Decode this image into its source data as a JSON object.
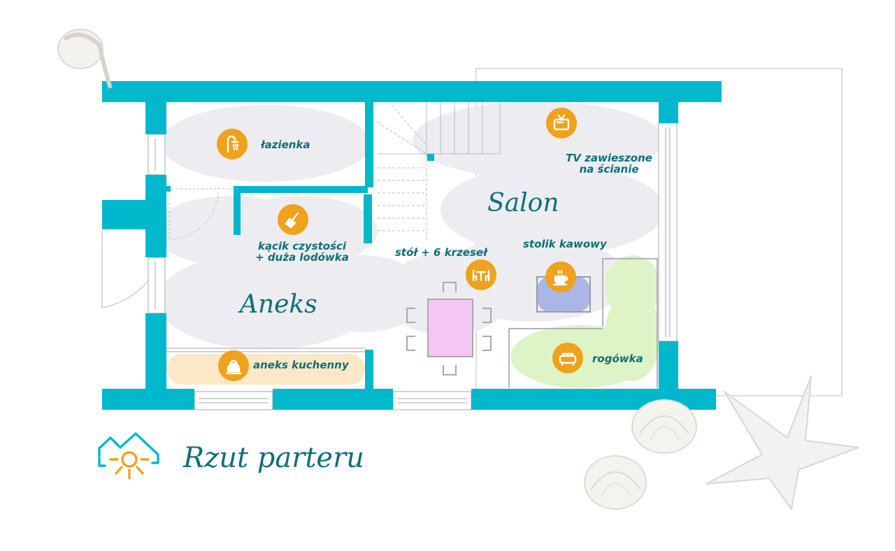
{
  "title": "Rzut parteru",
  "colors": {
    "wall": "#00b8cc",
    "icon": "#efa21c",
    "text": "#0f6f78",
    "floor": "#ececf0"
  },
  "rooms": {
    "lazienka": {
      "label": "łazienka",
      "icon": "shower-icon"
    },
    "kacik": {
      "line1": "kącik czystości",
      "line2": "+ duża lodówka",
      "icon": "broom-icon"
    },
    "aneks": {
      "label": "Aneks"
    },
    "aneks_kuchenny": {
      "label": "aneks kuchenny",
      "icon": "kettle-icon"
    },
    "stol": {
      "label": "stół + 6 krzeseł",
      "icon": "dining-table-icon"
    },
    "salon": {
      "label": "Salon"
    },
    "tv": {
      "line1": "TV zawieszone",
      "line2": "na ścianie",
      "icon": "tv-icon"
    },
    "stolik": {
      "label": "stolik kawowy",
      "icon": "coffee-cup-icon"
    },
    "rogowka": {
      "label": "rogówka",
      "icon": "sofa-icon"
    }
  }
}
